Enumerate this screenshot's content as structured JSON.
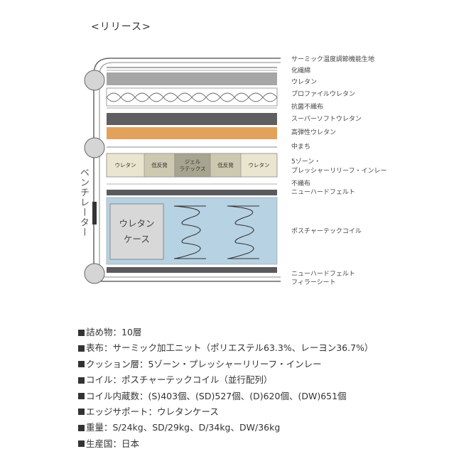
{
  "heading": "<リリース>",
  "diagram": {
    "ventilator_label": "ベンチレーター",
    "zone_segments": [
      "ウレタン",
      "低反発",
      "ジェル\nラテックス",
      "低反発",
      "ウレタン"
    ],
    "case_label": "ウレタン\nケース",
    "layers": [
      "サーミック温度調節機能生地",
      "化繊綿",
      "ウレタン",
      "プロファイルウレタン",
      "抗菌不織布",
      "スーパーソフトウレタン",
      "高弾性ウレタン",
      "中まち",
      "5ゾーン・",
      "プレッシャーリリーフ・インレー",
      "不織布",
      "ニューハードフェルト",
      "ポスチャーテックコイル",
      "ニューハードフェルト",
      "フィラーシート"
    ],
    "colors": {
      "gray_layer": "#a6a6a6",
      "dark_layer": "#5f5f62",
      "orange_layer": "#e3a25c",
      "zone_bg": "#e9e5cf",
      "zone_center": "#a7a48f",
      "coil_bg": "#b7d2e2",
      "felt": "#5a5a5e"
    }
  },
  "specs": [
    "詰め物：10層",
    "表布：サーミック加工ニット（ポリエステル63.3%、レーヨン36.7%）",
    "クッション層：5ゾーン・プレッシャーリリーフ・インレー",
    "コイル：ポスチャーテックコイル（並行配列）",
    "コイル内蔵数：(S)403個、(SD)527個、(D)620個、(DW)651個",
    "エッジサポート：ウレタンケース",
    "重量：S/24kg、SD/29kg、D/34kg、DW/36kg",
    "生産国：日本"
  ]
}
